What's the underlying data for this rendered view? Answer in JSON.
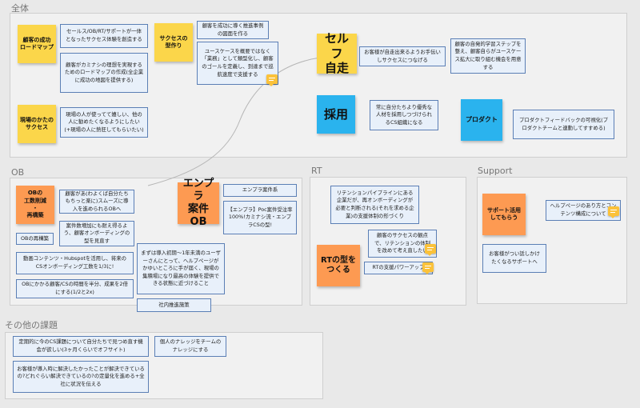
{
  "frames": {
    "overall": "全体",
    "ob": "OB",
    "rt": "RT",
    "support": "Support",
    "others": "その他の課題"
  },
  "stickies": {
    "success_roadmap": "顧客の成功\nロードマップ",
    "success_type": "サクセスの\n型作り",
    "self_reliance": "セルフ\n自走",
    "field_success": "現場のかたの\nサクセス",
    "hiring": "採用",
    "product": "プロダクト",
    "ob_cost": "OBの\n工数削減\n・\n再構築",
    "enterprise_ob": "エンプラ\n案件OB",
    "rt_type": "RTの型を\nつくる",
    "support_usage": "サポート活用\nしてもらう"
  },
  "cards": {
    "sales_onebody": "セールス/OB/RT/サポートが一体となったサクセス体験を創造する",
    "customer_roadmap": "顧客がカミナシの理想を実現するためのロードマップの作成(全企業に成功の地図を提供する)",
    "lead_cases": "顧客を成功に導く推進事例の図面を作る",
    "usecase_typify": "ユースケースを概要ではなく「業務」として類型化し、顧客のゴールを定義し、到達まで巡航速度で支援する",
    "self_help": "お客様が自走出来るようお手伝いしサクセスにつなげる",
    "learning_steps": "顧客の自発的学習ステップを整え、顧客自らがユースケース拡大に取り組む機会を用意する",
    "field_use": "現場の人が使ってて嬉しい、他の人に勧めたくなるようにしたい(+現場の人に熱狂してもらいたい)",
    "hire_cs": "常に自分たちより優秀な人材を採用しつづけられるCS組織になる",
    "product_feedback": "プロダクトフィードバックの可視化(プロダクトチームと連動してすすめる)",
    "ob_smooth": "顧客があ(わよくば自分たちもちっと楽に)スムーズに導入を進められるOBへ",
    "ob_tolerant": "案件数増加にも耐え得るよう、顧客オンボーディングの型を見直す",
    "ob_form": "OBの再構築",
    "video_content": "動画コンテンツ・Hubspotを活用し、将来のCSオンボーディング工数を1/3に!",
    "ob_time": "OBにかかる顧客/CSの時間を半分、成果を2倍にする(1/2と2x)",
    "first_month": "まずは導入初期〜1年未満のユーザーさんにとって、ヘルプページがかゆいところに手が届く、現場の集積場になり最高の体験を提供できる状態に近づけること",
    "internal_ops": "社内推進施策",
    "enterprise_series": "エンプラ案件系",
    "enterprise_poc": "【エンプラ】Poc案件受注率100%!カミナシ流・エンプラCSの型!",
    "retention_pipeline": "リテンションパイプラインにある企業だが、再オンボーディングが必要と判断される(それを求める企業)の支援体制の形づくり",
    "retention_review": "顧客のサクセスの観点で、リテンションの体制を改めて考え直したい",
    "rt_support_power": "RTの支援パワーアップ",
    "help_page": "ヘルプページのあり方とコンテンツ構成について",
    "support_want": "お客様がつい話しかけたくなるサポートへ",
    "regular_cs": "定期的に今のCS課題について自分たちで見つめ直す機会が欲しい(3ヶ月くらいでオフサイト)",
    "personal_knowledge": "個人のナレッジをチームのナレッジにする",
    "customer_issue": "お客様が導入時に解決したかったことが解決できているの?どれぐらい解決できているの?の定量化を進める+全社に状況を伝える"
  },
  "colors": {
    "yellow": "#fbd64a",
    "orange": "#fd9a52",
    "blue": "#2ab3ee",
    "card_bg": "#e8f0fa",
    "card_border": "#5b7fb5"
  },
  "icons": [
    "comment-icon"
  ]
}
